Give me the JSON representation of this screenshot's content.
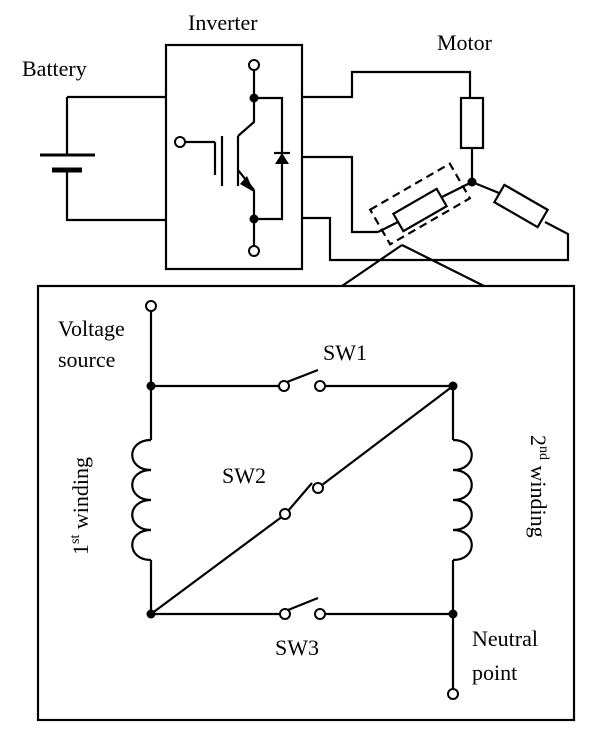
{
  "labels": {
    "battery": "Battery",
    "inverter": "Inverter",
    "motor": "Motor",
    "voltage_source_line1": "Voltage",
    "voltage_source_line2": "source",
    "sw1": "SW1",
    "sw2": "SW2",
    "sw3": "SW3",
    "first_winding_sup": "st",
    "first_winding_num": "1",
    "first_winding_text": " winding",
    "second_winding_num": "2",
    "second_winding_sup": "nd",
    "second_winding_text": " winding",
    "neutral_line1": "Neutral",
    "neutral_line2": "point"
  }
}
